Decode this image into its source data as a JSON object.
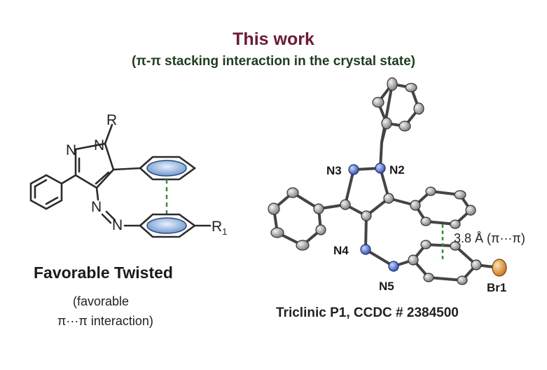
{
  "header": {
    "title": "This work",
    "subtitle": "(π-π stacking interaction in the crystal state)"
  },
  "left_structure": {
    "r_label": "R",
    "r1_label": "R",
    "r1_subscript": "1",
    "n_top_left": "N",
    "n_top_right": "N",
    "azo_n1": "N",
    "azo_n2": "N",
    "caption_main": "Favorable Twisted",
    "caption_line2": "(favorable",
    "caption_line3": "π···π interaction)"
  },
  "right_structure": {
    "atom_labels": [
      "N3",
      "N2",
      "N4",
      "N5",
      "Br1"
    ],
    "distance_label": "3.8 Å (π···π)",
    "caption": "Triclinic P1, CCDC # 2384500"
  },
  "colors": {
    "title": "#6b1a3a",
    "subtitle": "#1e3d1e",
    "highlight_blue": "#8fb3dc",
    "nitrogen": "#3a5dbf",
    "bromine": "#e0902a",
    "carbon": "#8a8a8a",
    "stacking_dash": "#3c8a3c"
  }
}
